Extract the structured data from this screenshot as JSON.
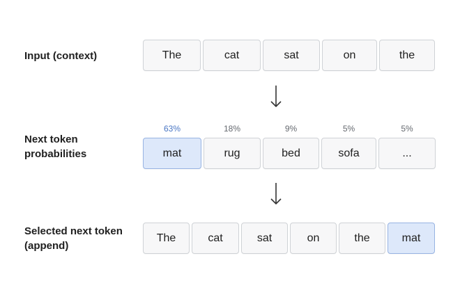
{
  "input_row": {
    "label": "Input (context)",
    "tokens": [
      "The",
      "cat",
      "sat",
      "on",
      "the"
    ]
  },
  "probability_row": {
    "label_line1": "Next token",
    "label_line2": "probabilities",
    "candidates": [
      {
        "token": "mat",
        "probability": "63%",
        "selected": true
      },
      {
        "token": "rug",
        "probability": "18%",
        "selected": false
      },
      {
        "token": "bed",
        "probability": "9%",
        "selected": false
      },
      {
        "token": "sofa",
        "probability": "5%",
        "selected": false
      },
      {
        "token": "...",
        "probability": "5%",
        "selected": false
      }
    ]
  },
  "output_row": {
    "label_line1": "Selected next token",
    "label_line2": "(append)",
    "tokens": [
      "The",
      "cat",
      "sat",
      "on",
      "the",
      "mat"
    ],
    "highlighted_token": "mat"
  },
  "colors": {
    "token_fill": "#f7f7f8",
    "token_border": "#cfd2d6",
    "selected_fill": "#dde8fa",
    "selected_border": "#97b3e2",
    "selected_probability_text": "#4a77c4"
  },
  "icons": [
    "down-arrow-icon",
    "down-arrow-icon"
  ]
}
